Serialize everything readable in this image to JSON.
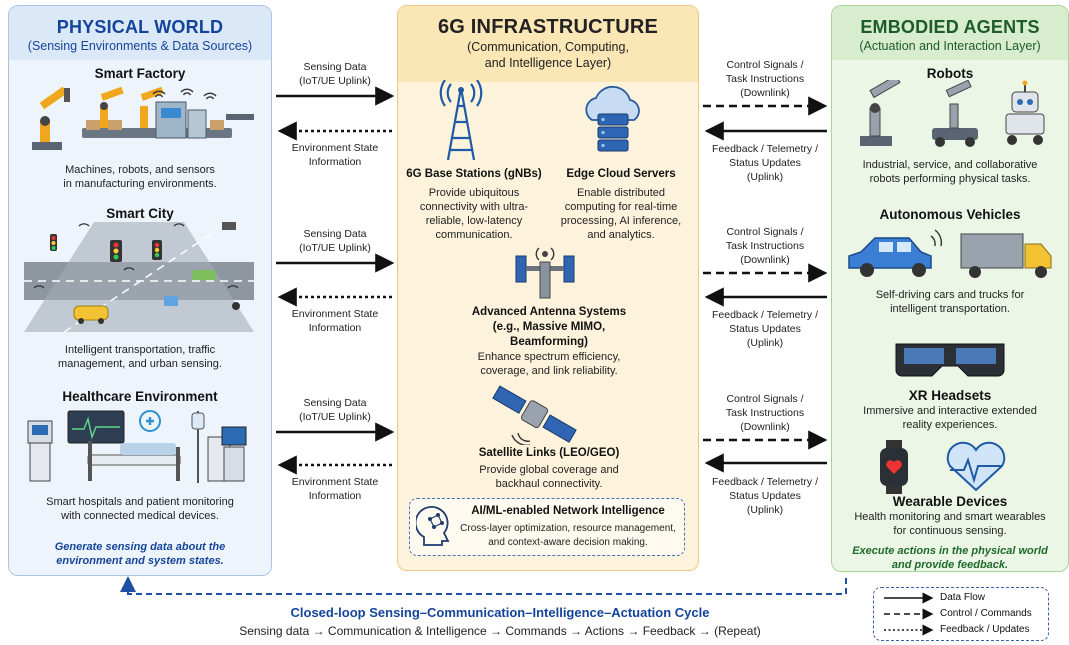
{
  "physical_world": {
    "title": "PHYSICAL WORLD",
    "subtitle": "(Sensing Environments & Data Sources)",
    "factory": {
      "title": "Smart Factory",
      "desc1": "Machines, robots, and sensors",
      "desc2": "in manufacturing environments."
    },
    "city": {
      "title": "Smart City",
      "desc1": "Intelligent transportation, traffic",
      "desc2": "management, and urban sensing."
    },
    "health": {
      "title": "Healthcare Environment",
      "desc1": "Smart hospitals and patient monitoring",
      "desc2": "with connected medical devices."
    },
    "footer1": "Generate sensing data about the",
    "footer2": "environment and system states."
  },
  "infrastructure": {
    "title": "6G INFRASTRUCTURE",
    "subtitle1": "(Communication, Computing,",
    "subtitle2": "and Intelligence Layer)",
    "base": {
      "title": "6G Base Stations (gNBs)",
      "desc1": "Provide ubiquitous",
      "desc2": "connectivity with ultra-",
      "desc3": "reliable, low-latency",
      "desc4": "communication."
    },
    "edge": {
      "title": "Edge Cloud Servers",
      "desc1": "Enable distributed",
      "desc2": "computing for real-time",
      "desc3": "processing, AI inference,",
      "desc4": "and analytics."
    },
    "antenna": {
      "title1": "Advanced Antenna Systems",
      "title2": "(e.g., Massive MIMO,",
      "title3": "Beamforming)",
      "desc1": "Enhance spectrum efficiency,",
      "desc2": "coverage, and link reliability."
    },
    "satellite": {
      "title": "Satellite Links (LEO/GEO)",
      "desc1": "Provide global coverage and",
      "desc2": "backhaul connectivity."
    },
    "ai": {
      "title": "AI/ML-enabled Network Intelligence",
      "desc1": "Cross-layer optimization, resource management,",
      "desc2": "and context-aware decision making."
    }
  },
  "agents": {
    "title": "EMBODIED AGENTS",
    "subtitle": "(Actuation and Interaction Layer)",
    "robots": {
      "title": "Robots",
      "desc1": "Industrial, service, and collaborative",
      "desc2": "robots performing physical tasks."
    },
    "vehicles": {
      "title": "Autonomous Vehicles",
      "desc1": "Self-driving cars and trucks for",
      "desc2": "intelligent transportation."
    },
    "xr": {
      "title": "XR Headsets",
      "desc1": "Immersive and interactive extended",
      "desc2": "reality experiences."
    },
    "wearables": {
      "title": "Wearable Devices",
      "desc1": "Health monitoring and smart wearables",
      "desc2": "for continuous sensing."
    },
    "footer1": "Execute actions in the physical world",
    "footer2": "and provide feedback."
  },
  "flows": {
    "sensing1": "Sensing Data",
    "sensing2": "(IoT/UE Uplink)",
    "env1": "Environment State",
    "env2": "Information",
    "control1": "Control Signals /",
    "control2": "Task Instructions",
    "control3": "(Downlink)",
    "feedback1": "Feedback / Telemetry /",
    "feedback2": "Status Updates",
    "feedback3": "(Uplink)"
  },
  "cycle": {
    "title": "Closed-loop Sensing–Communication–Intelligence–Actuation Cycle",
    "steps": "Sensing data → Communication & Intelligence → Commands → Actions → Feedback → (Repeat)"
  },
  "legend": {
    "data_flow": "Data Flow",
    "control": "Control / Commands",
    "feedback": "Feedback / Updates"
  },
  "colors": {
    "blue_accent": "#14449a",
    "green_accent": "#1d5c2a",
    "orange_panel": "#fdf3dc",
    "legend_border": "#3a5fa8"
  },
  "icons": [
    "factory-robot-arm-icon",
    "wifi-icon",
    "traffic-light-icon",
    "car-icon",
    "bus-icon",
    "camera-icon",
    "monitor-icon",
    "hospital-bed-icon",
    "iv-stand-icon",
    "cell-tower-icon",
    "cloud-server-icon",
    "antenna-satellite-icon",
    "satellite-icon",
    "ai-brain-icon",
    "robot-arm-icon",
    "mobile-robot-icon",
    "humanoid-robot-icon",
    "truck-icon",
    "vr-headset-icon",
    "smartwatch-icon",
    "heart-pulse-icon"
  ]
}
